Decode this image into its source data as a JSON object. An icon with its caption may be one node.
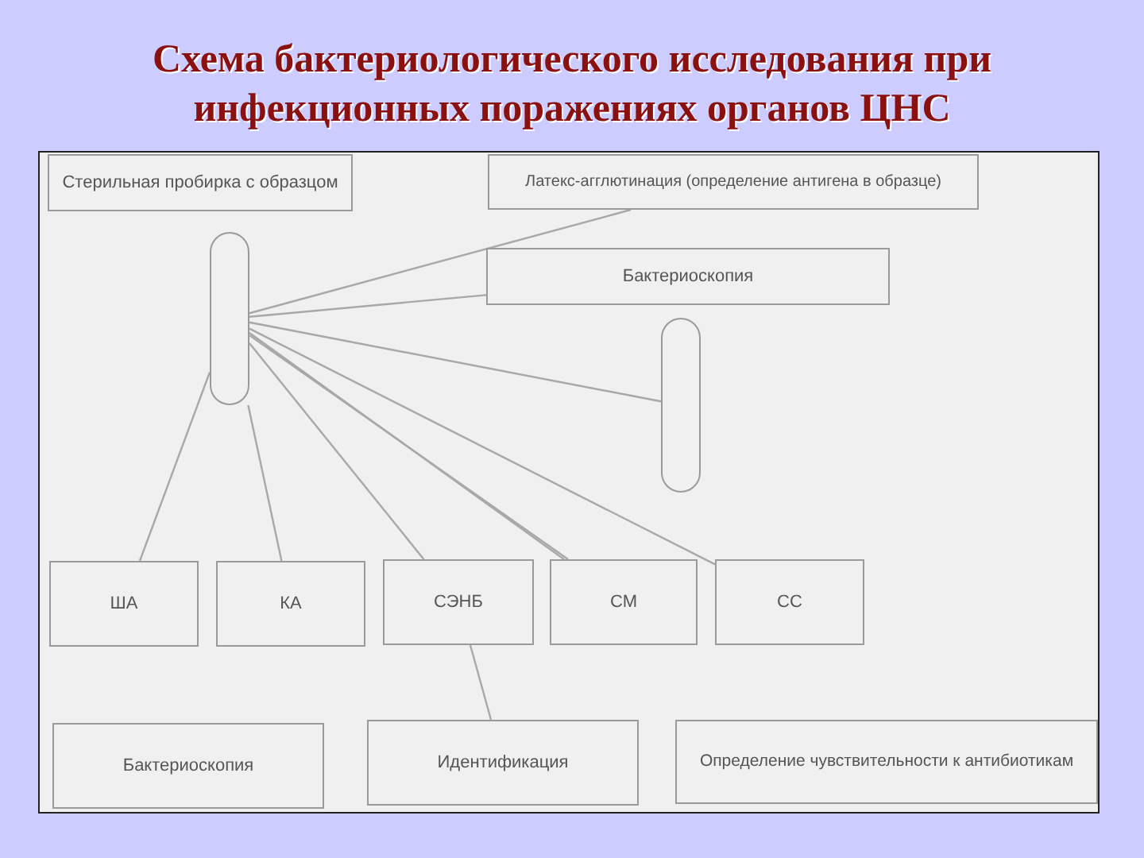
{
  "diagram": {
    "title": "Схема бактериологического исследования при инфекционных поражениях органов ЦНС",
    "nodes": [
      {
        "text": [
          "Стерильная пробирка с образцом"
        ]
      },
      {
        "text": [
          "Латекс-агглютинация (определение антигена в образце)"
        ]
      },
      {
        "text": [
          "Бактериоскопия"
        ]
      },
      {
        "text": [],
        "shape": "capsule"
      },
      {
        "text": [],
        "shape": "capsule"
      },
      {
        "text": [
          "ША"
        ]
      },
      {
        "text": [
          "КА"
        ]
      },
      {
        "text": [
          "СЭНБ"
        ]
      },
      {
        "text": [
          "СМ"
        ]
      },
      {
        "text": [
          "СС"
        ]
      },
      {
        "text": [
          "Бактериоскопия"
        ]
      },
      {
        "text": [
          "Идентификация"
        ]
      },
      {
        "text": [
          "Определение чувствительности к антибиотикам"
        ]
      }
    ],
    "edges": [
      {
        "from": 3,
        "to": 1,
        "arrow": "none"
      },
      {
        "from": 3,
        "to": 2,
        "arrow": "none"
      },
      {
        "from": 3,
        "to": 4,
        "arrow": "none"
      },
      {
        "from": 3,
        "to": 5,
        "arrow": "none"
      },
      {
        "from": 3,
        "to": 6,
        "arrow": "none"
      },
      {
        "from": 3,
        "to": 7,
        "arrow": "none"
      },
      {
        "from": 3,
        "to": 8,
        "arrow": "none"
      },
      {
        "from": 3,
        "to": 8,
        "arrow": "none"
      },
      {
        "from": 3,
        "to": 9,
        "arrow": "none"
      },
      {
        "from": 7,
        "to": 11,
        "arrow": "none"
      }
    ]
  }
}
